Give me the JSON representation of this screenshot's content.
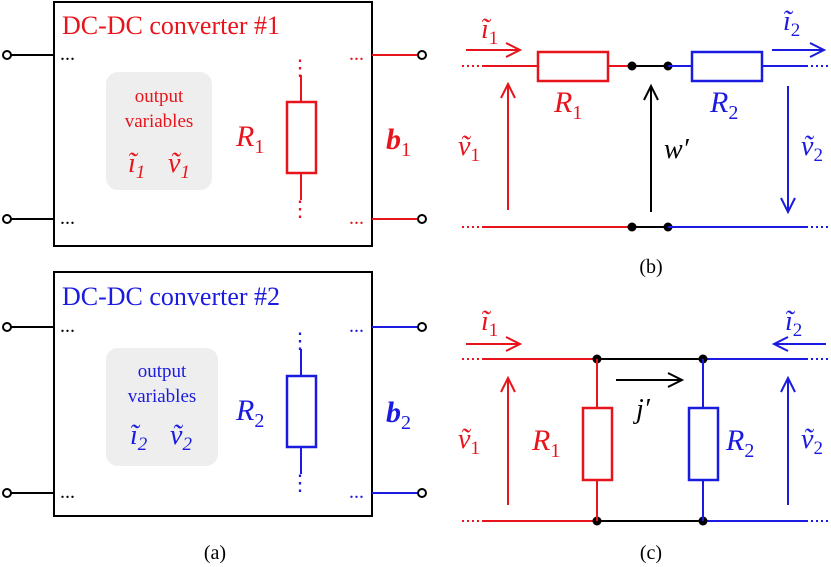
{
  "panels": {
    "a": {
      "caption": "(a)",
      "converters": [
        {
          "title": "DC-DC converter #1",
          "color": "#e8141c",
          "output_label_line1": "output",
          "output_label_line2": "variables",
          "vars": [
            "ĩ",
            "1",
            "ṽ",
            "1"
          ],
          "resistor": [
            "R",
            "1"
          ],
          "port": [
            "b",
            "1"
          ],
          "dots": [
            "...",
            "...",
            "...",
            "...",
            "⋮",
            "⋮"
          ]
        },
        {
          "title": "DC-DC converter #2",
          "color": "#1a1ae0",
          "output_label_line1": "output",
          "output_label_line2": "variables",
          "vars": [
            "ĩ",
            "2",
            "ṽ",
            "2"
          ],
          "resistor": [
            "R",
            "2"
          ],
          "port": [
            "b",
            "2"
          ],
          "dots": [
            "...",
            "...",
            "...",
            "...",
            "⋮",
            "⋮"
          ]
        }
      ]
    },
    "b": {
      "caption": "(b)",
      "labels": {
        "i1": [
          "ĩ",
          "1"
        ],
        "i2": [
          "ĩ",
          "2"
        ],
        "v1": [
          "ṽ",
          "1"
        ],
        "v2": [
          "ṽ",
          "2"
        ],
        "R1": [
          "R",
          "1"
        ],
        "R2": [
          "R",
          "2"
        ],
        "w": "w′"
      }
    },
    "c": {
      "caption": "(c)",
      "labels": {
        "i1": [
          "ĩ",
          "1"
        ],
        "i2": [
          "ĩ",
          "2"
        ],
        "v1": [
          "ṽ",
          "1"
        ],
        "v2": [
          "ṽ",
          "2"
        ],
        "R1": [
          "R",
          "1"
        ],
        "R2": [
          "R",
          "2"
        ],
        "j": "j′"
      }
    }
  },
  "colors": {
    "red": "#e8141c",
    "blue": "#1a1ae0",
    "black": "#000000",
    "badge": "#eeeeee"
  }
}
